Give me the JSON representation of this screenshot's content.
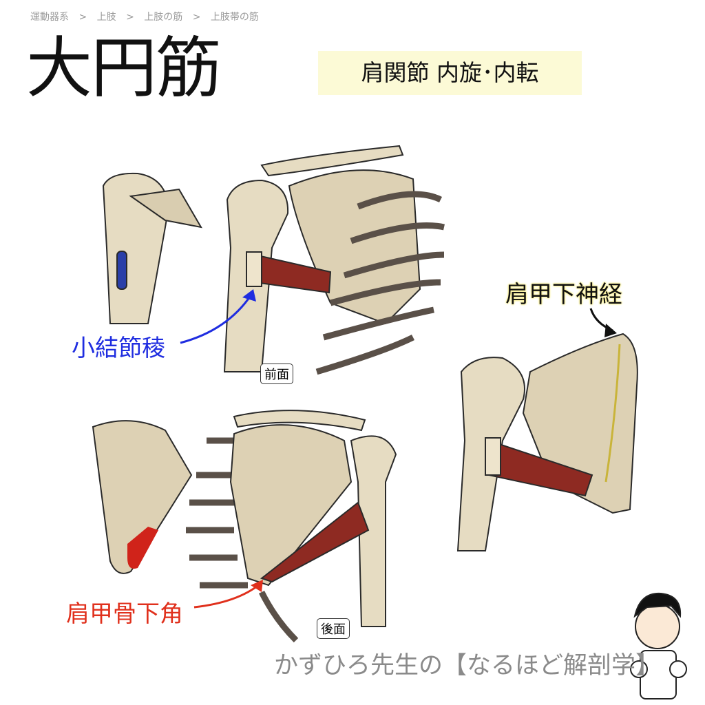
{
  "breadcrumb": [
    "運動器系",
    ">",
    "上肢",
    ">",
    "上肢の筋",
    ">",
    "上肢帯の筋"
  ],
  "title": "大円筋",
  "action": "肩関節 内旋･内転",
  "labels": {
    "lesser_tubercle_crest": "小結節稜",
    "inferior_angle": "肩甲骨下角",
    "subscapular_nerve": "肩甲下神経"
  },
  "views": {
    "front": "前面",
    "back": "後面"
  },
  "footer": "かずひろ先生の【なるほど解剖学】",
  "colors": {
    "insertion": "#2a3fa8",
    "origin": "#d0231a",
    "muscle": "#8e2a22",
    "bone": "#e6dcc2",
    "nerve": "#c9b43a"
  }
}
